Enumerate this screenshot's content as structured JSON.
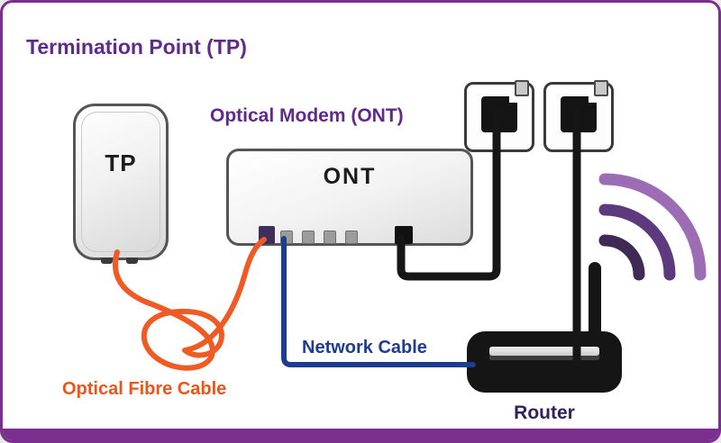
{
  "frame": {
    "bg": "#ffffff",
    "border_color": "#7a2e8e"
  },
  "title": {
    "text": "Termination Point (TP)",
    "color": "#5f2a8a"
  },
  "tp": {
    "label": "TP"
  },
  "ont": {
    "caption": "Optical Modem (ONT)",
    "label": "ONT"
  },
  "router": {
    "label": "Router"
  },
  "cables": {
    "fibre": {
      "label": "Optical Fibre Cable",
      "color": "#f05a24"
    },
    "network": {
      "label": "Network Cable",
      "color": "#1f3d8f"
    },
    "wall": {
      "color": "#161616"
    }
  },
  "wifi": {
    "colors": [
      "#3f2a56",
      "#5c3a7d",
      "#9c6cb5"
    ]
  }
}
